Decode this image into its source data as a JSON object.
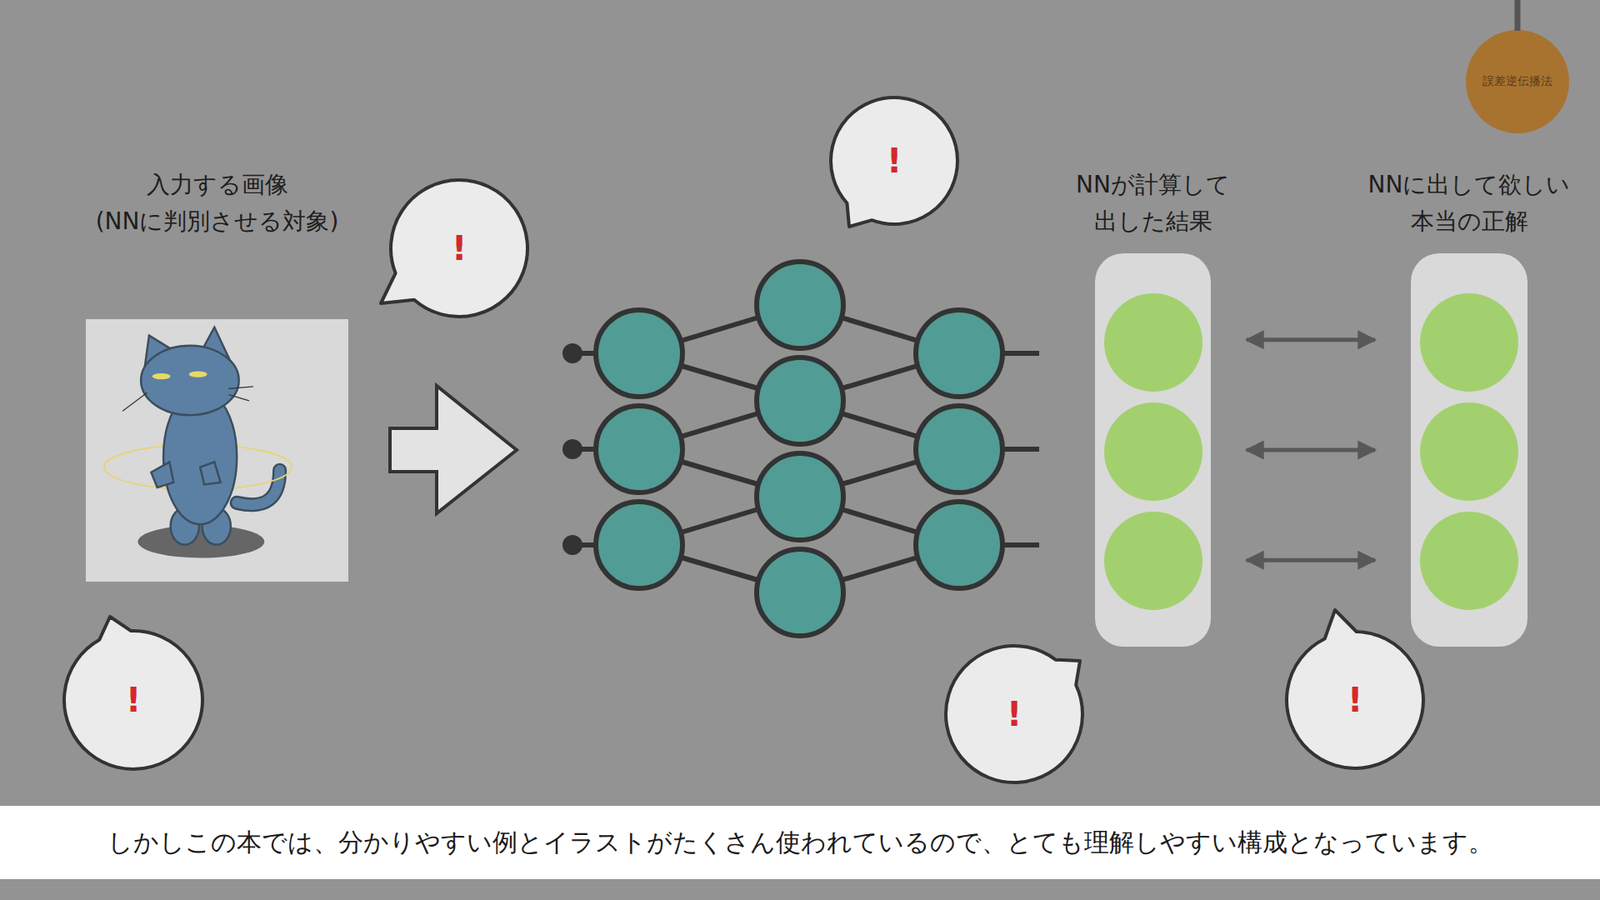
{
  "diagram": {
    "caption": "しかしこの本では、分かりやすい例とイラストがたくさん使われているので、とても理解しやすい構成となっています。",
    "nodes": [
      {
        "text": [
          "誤差逆伝播法"
        ]
      },
      {
        "text": [
          "入力する画像 (NNに判別させる対象)"
        ]
      },
      {
        "text": [
          "NNが計算して 出した結果"
        ]
      },
      {
        "text": [
          "NNに出して欲しい 本当の正解"
        ]
      },
      {
        "text": [
          "!"
        ]
      },
      {
        "text": [
          "!"
        ]
      },
      {
        "text": [
          "!"
        ]
      },
      {
        "text": [
          "!"
        ]
      },
      {
        "text": [
          "!"
        ]
      }
    ],
    "edges": [
      {
        "from": 2,
        "to": 3,
        "arrow": "both"
      },
      {
        "from": 2,
        "to": 3,
        "arrow": "both"
      },
      {
        "from": 2,
        "to": 3,
        "arrow": "both"
      }
    ]
  }
}
